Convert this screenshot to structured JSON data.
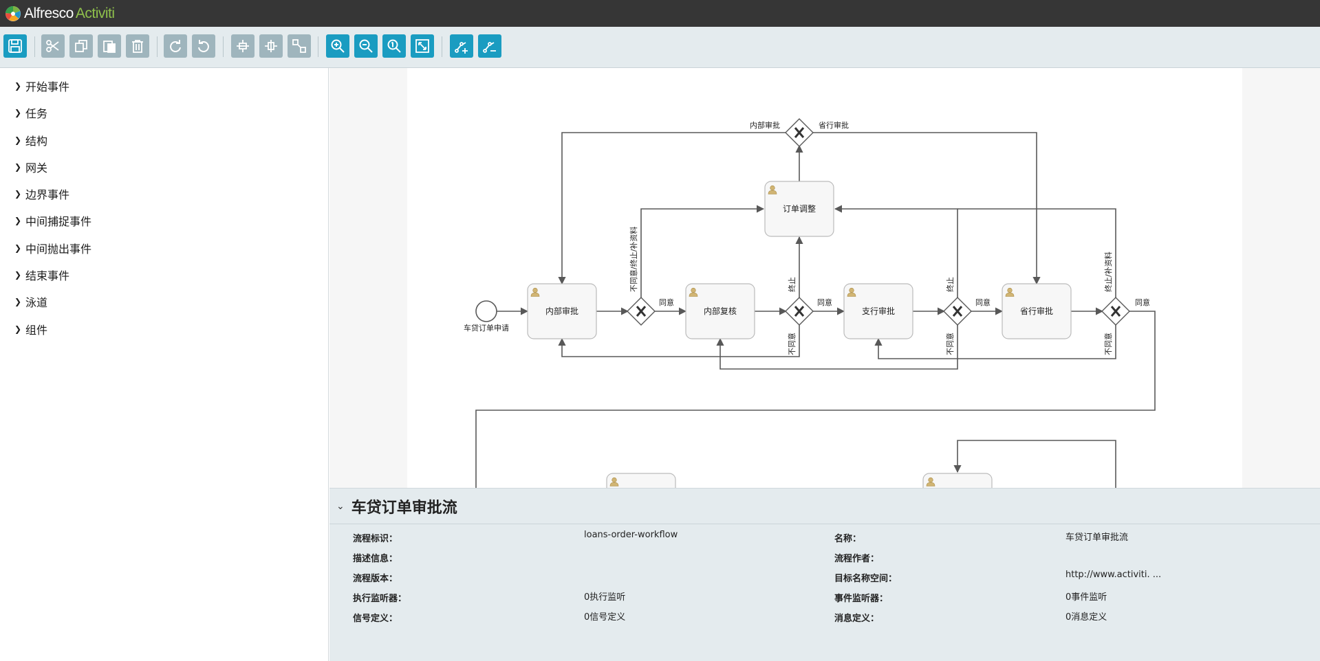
{
  "app": {
    "brand_part1": "Alfresco",
    "brand_part2": "Activiti",
    "accent": "#1a9cc1",
    "brand_green": "#8fc14c"
  },
  "toolbar": {
    "buttons": [
      {
        "name": "save",
        "icon": "save-icon",
        "state": "active"
      },
      {
        "name": "cut",
        "icon": "cut-icon",
        "state": "disabled"
      },
      {
        "name": "copy",
        "icon": "copy-icon",
        "state": "disabled"
      },
      {
        "name": "paste",
        "icon": "paste-icon",
        "state": "disabled"
      },
      {
        "name": "delete",
        "icon": "trash-icon",
        "state": "disabled"
      },
      {
        "name": "redo",
        "icon": "redo-icon",
        "state": "disabled"
      },
      {
        "name": "undo",
        "icon": "undo-icon",
        "state": "disabled"
      },
      {
        "name": "align-horizontal",
        "icon": "align-horizontal-icon",
        "state": "disabled"
      },
      {
        "name": "align-vertical",
        "icon": "align-vertical-icon",
        "state": "disabled"
      },
      {
        "name": "same-size",
        "icon": "same-size-icon",
        "state": "disabled"
      },
      {
        "name": "zoom-in",
        "icon": "zoom-in-icon",
        "state": "active"
      },
      {
        "name": "zoom-out",
        "icon": "zoom-out-icon",
        "state": "active"
      },
      {
        "name": "zoom-actual",
        "icon": "zoom-actual-icon",
        "state": "active"
      },
      {
        "name": "zoom-fit",
        "icon": "zoom-fit-icon",
        "state": "active"
      },
      {
        "name": "add-bendpoint",
        "icon": "add-bendpoint-icon",
        "state": "active"
      },
      {
        "name": "remove-bendpoint",
        "icon": "remove-bendpoint-icon",
        "state": "active"
      }
    ]
  },
  "palette": {
    "items": [
      {
        "label": "开始事件"
      },
      {
        "label": "任务"
      },
      {
        "label": "结构"
      },
      {
        "label": "网关"
      },
      {
        "label": "边界事件"
      },
      {
        "label": "中间捕捉事件"
      },
      {
        "label": "中间抛出事件"
      },
      {
        "label": "结束事件"
      },
      {
        "label": "泳道"
      },
      {
        "label": "组件"
      }
    ]
  },
  "diagram": {
    "start_event_label": "车贷订单申请",
    "tasks": {
      "internal_approval": "内部审批",
      "internal_review": "内部复核",
      "branch_approval": "支行审批",
      "province_approval": "省行审批",
      "order_adjust": "订单调整"
    },
    "flows": {
      "agree": "同意",
      "disagree": "不同意",
      "terminate": "终止",
      "disagree_terminate_supplement": "不同意/终止/补资料",
      "terminate_supplement": "终止/补资料",
      "to_internal": "内部审批",
      "to_province": "省行审批"
    }
  },
  "properties": {
    "title": "车贷订单审批流",
    "left": [
      {
        "label": "流程标识：",
        "value": "loans-order-workflow"
      },
      {
        "label": "描述信息：",
        "value": ""
      },
      {
        "label": "流程版本：",
        "value": ""
      },
      {
        "label": "执行监听器：",
        "value": "0执行监听"
      },
      {
        "label": "信号定义：",
        "value": "0信号定义"
      }
    ],
    "right": [
      {
        "label": "名称：",
        "value": "车贷订单审批流"
      },
      {
        "label": "流程作者：",
        "value": ""
      },
      {
        "label": "目标名称空间：",
        "value": "http://www.activiti. ..."
      },
      {
        "label": "事件监听器：",
        "value": "0事件监听"
      },
      {
        "label": "消息定义：",
        "value": "0消息定义"
      }
    ]
  }
}
